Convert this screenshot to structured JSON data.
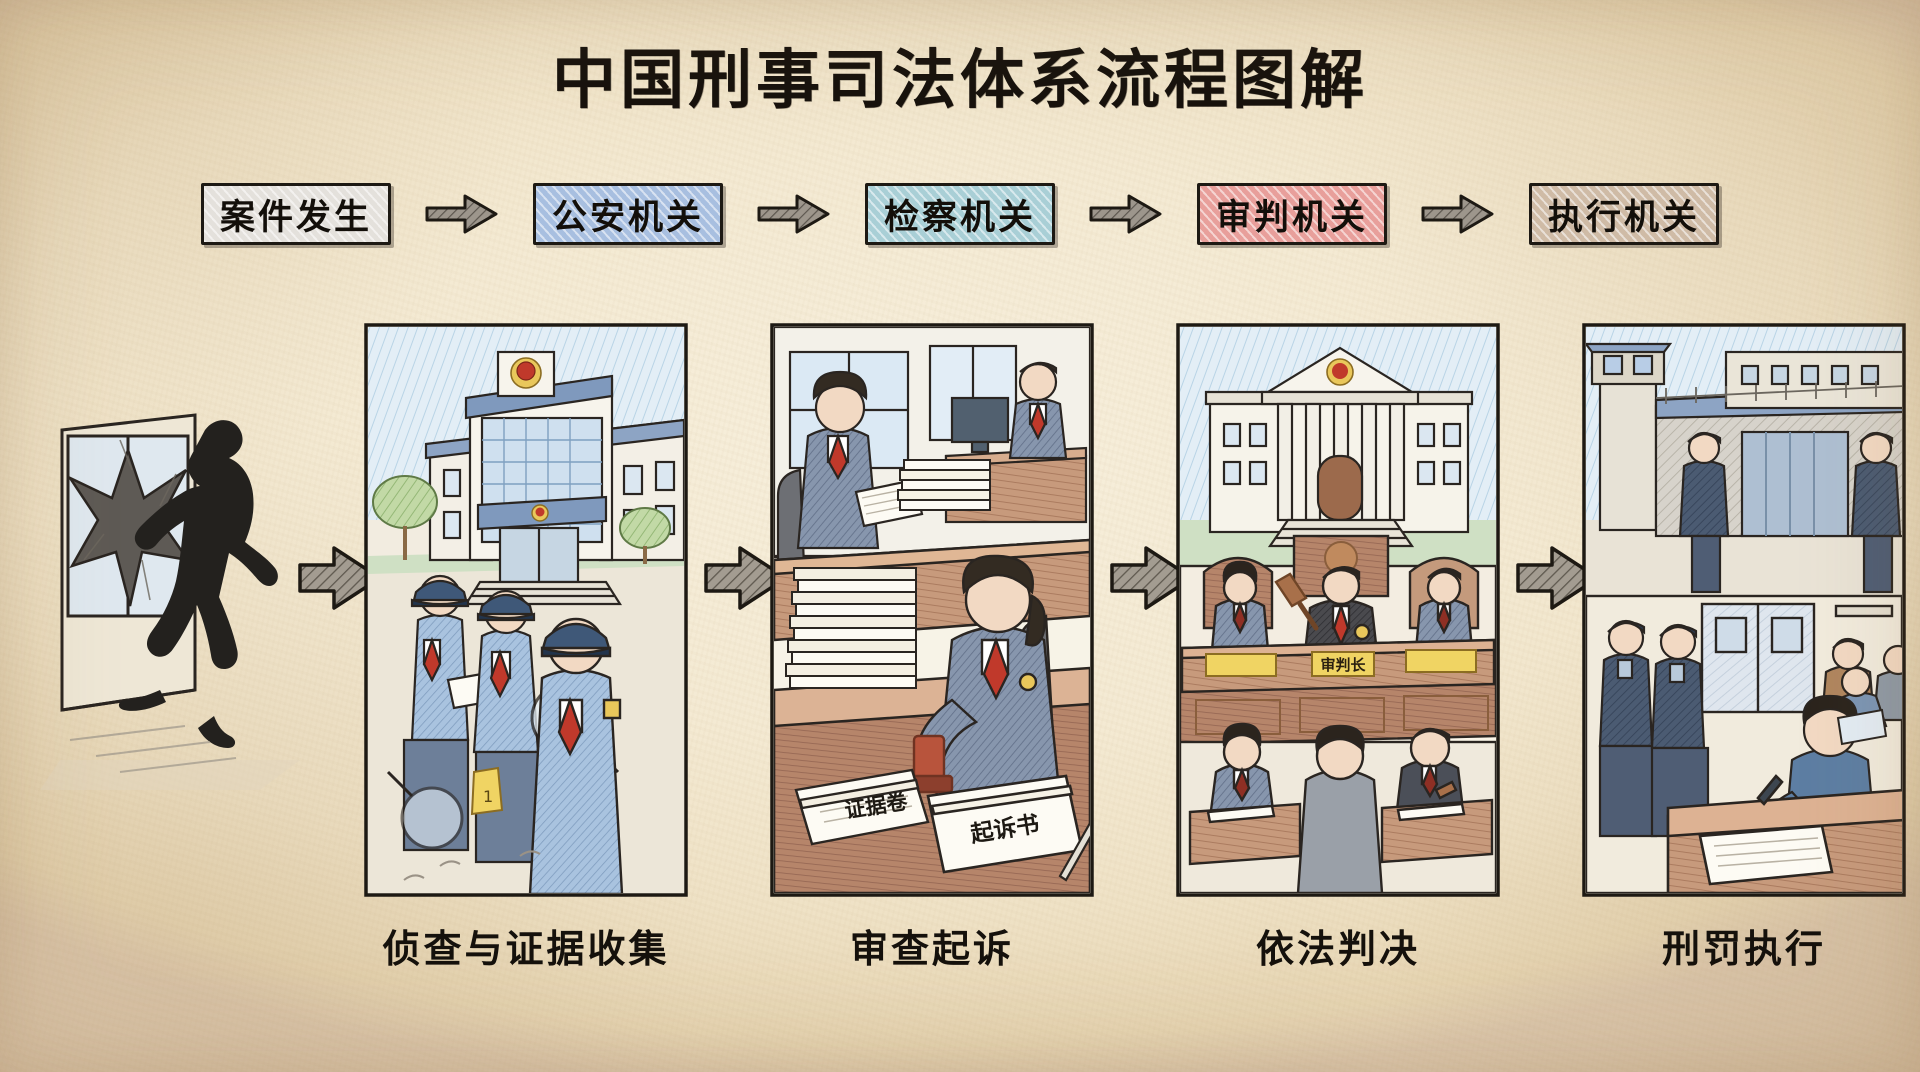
{
  "title": "中国刑事司法体系流程图解",
  "flow": {
    "boxes": [
      {
        "label": "案件发生",
        "color": "#e4e1dc",
        "name": "case-occurs"
      },
      {
        "label": "公安机关",
        "color": "#a8bfe0",
        "name": "public-security-organ"
      },
      {
        "label": "检察机关",
        "color": "#a9cfd6",
        "name": "procuratorial-organ"
      },
      {
        "label": "审判机关",
        "color": "#e89f9b",
        "name": "adjudication-organ"
      },
      {
        "label": "执行机关",
        "color": "#cfbba6",
        "name": "execution-organ"
      }
    ],
    "arrow_count": 4,
    "arrow_color": "#6f6a62"
  },
  "panels": [
    {
      "caption": "侦查与证据收集",
      "scene": "police-station-investigation"
    },
    {
      "caption": "审查起诉",
      "scene": "procuratorate-review-prosecution"
    },
    {
      "caption": "依法判决",
      "scene": "court-trial-judgment"
    },
    {
      "caption": "刑罚执行",
      "scene": "prison-sentence-execution"
    }
  ],
  "scene_labels": {
    "indictment_doc": "起诉书",
    "evidence_doc": "证据卷",
    "judge_nameplate": "审判长"
  },
  "colors": {
    "paper": "#f4ead3",
    "ink": "#1d1913",
    "police_blue": "#a8c4e0",
    "procuratorate_teal": "#a9cfd6",
    "court_red": "#e89f9b",
    "prison_tan": "#cfbba6",
    "emblem_red": "#c0392b",
    "wood": "#b98b6d",
    "foliage": "#a8c98a"
  }
}
